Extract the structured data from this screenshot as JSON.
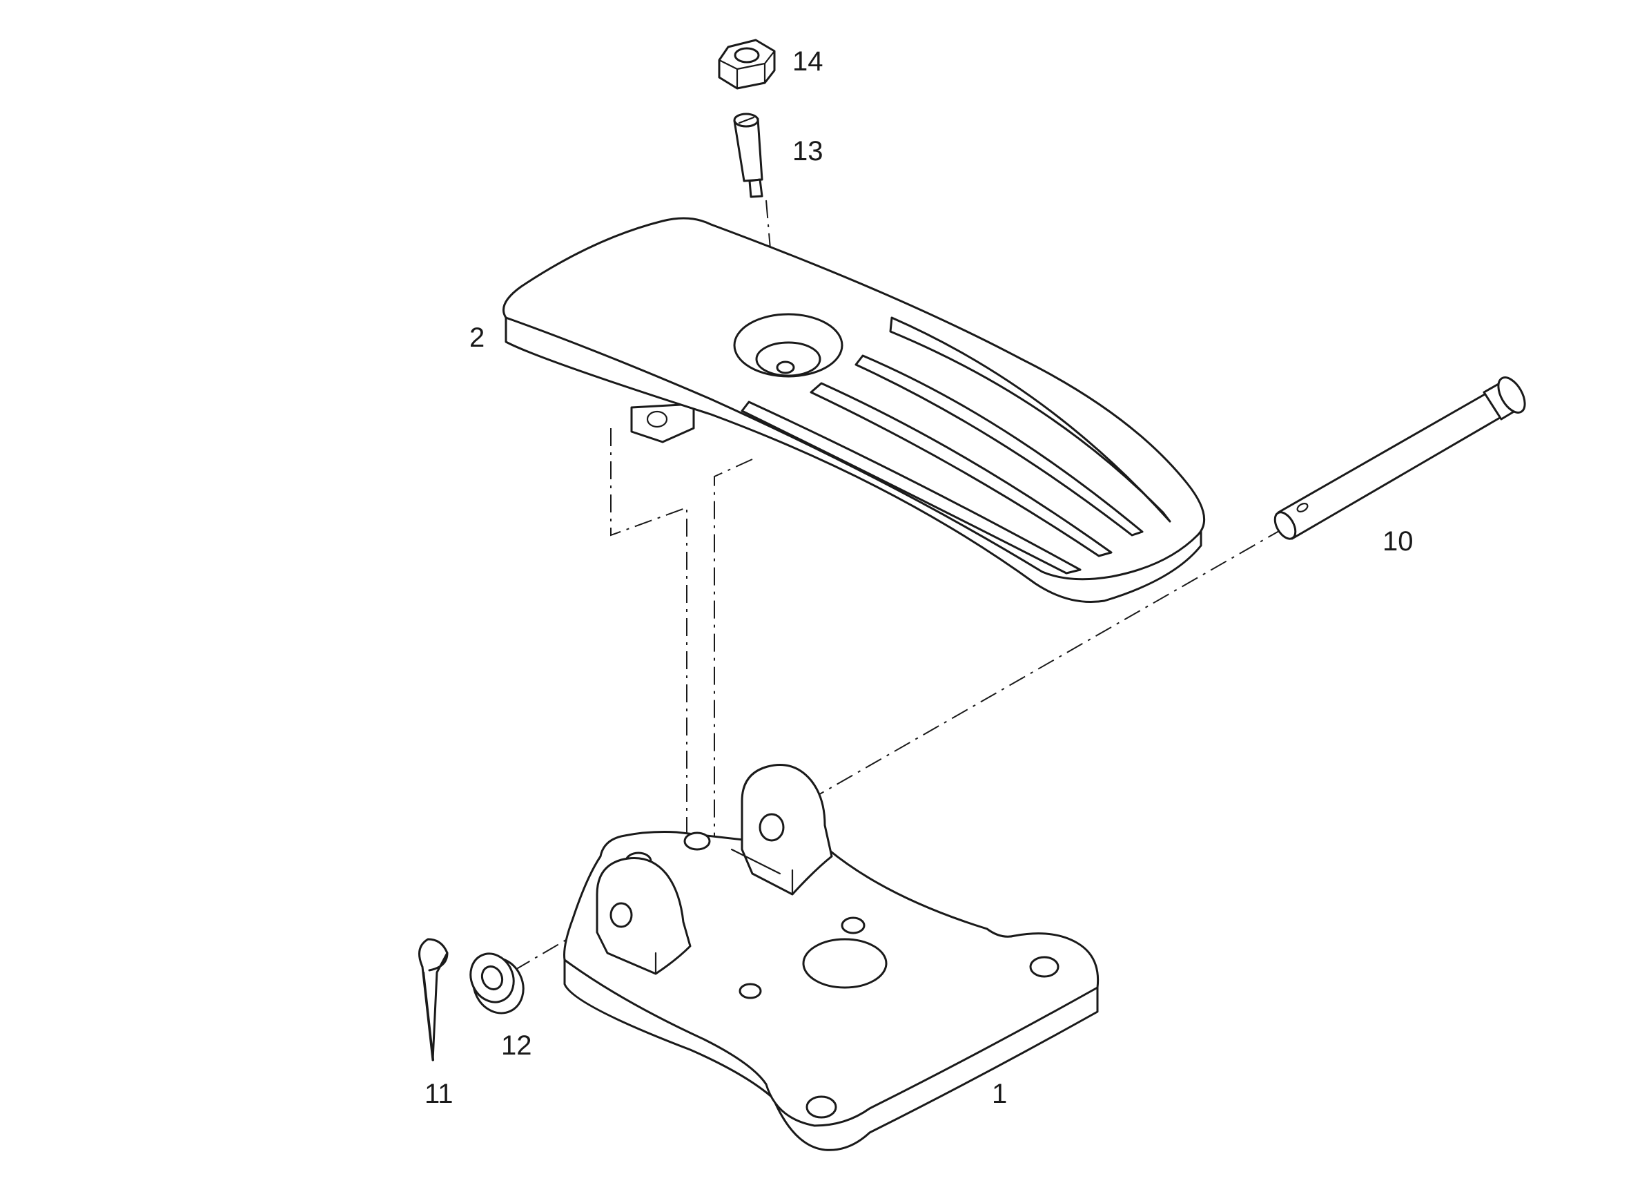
{
  "figure": {
    "callouts": [
      {
        "id": "base-plate",
        "label": "1"
      },
      {
        "id": "pedal",
        "label": "2"
      },
      {
        "id": "clevis-pin",
        "label": "10"
      },
      {
        "id": "cotter-pin",
        "label": "11"
      },
      {
        "id": "washer",
        "label": "12"
      },
      {
        "id": "stud",
        "label": "13"
      },
      {
        "id": "hex-nut",
        "label": "14"
      }
    ]
  },
  "colors": {
    "line": "#1a1a1a",
    "background": "#ffffff"
  }
}
